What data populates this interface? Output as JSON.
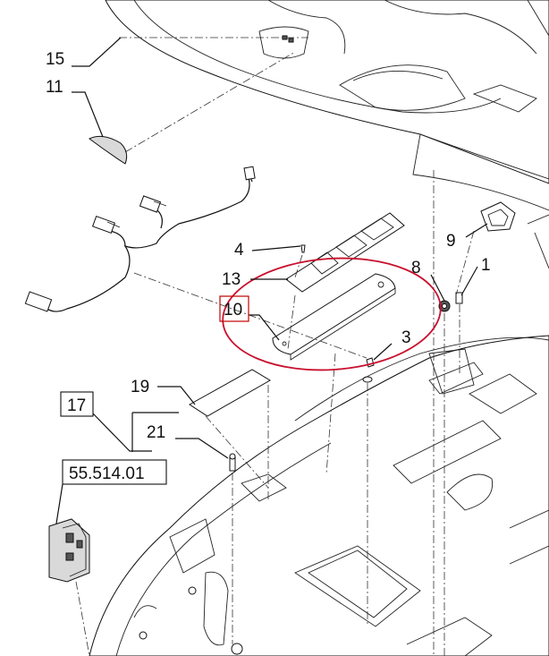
{
  "labels": {
    "l15": "15",
    "l11": "11",
    "l4": "4",
    "l13": "13",
    "l10": "10",
    "l8": "8",
    "l1": "1",
    "l9": "9",
    "l3": "3",
    "l19": "19",
    "l17": "17",
    "l21": "21",
    "ref": "55.514.01"
  },
  "colors": {
    "highlight_oval": "#c8102e",
    "highlight_box": "#c00000",
    "line": "#111111"
  }
}
